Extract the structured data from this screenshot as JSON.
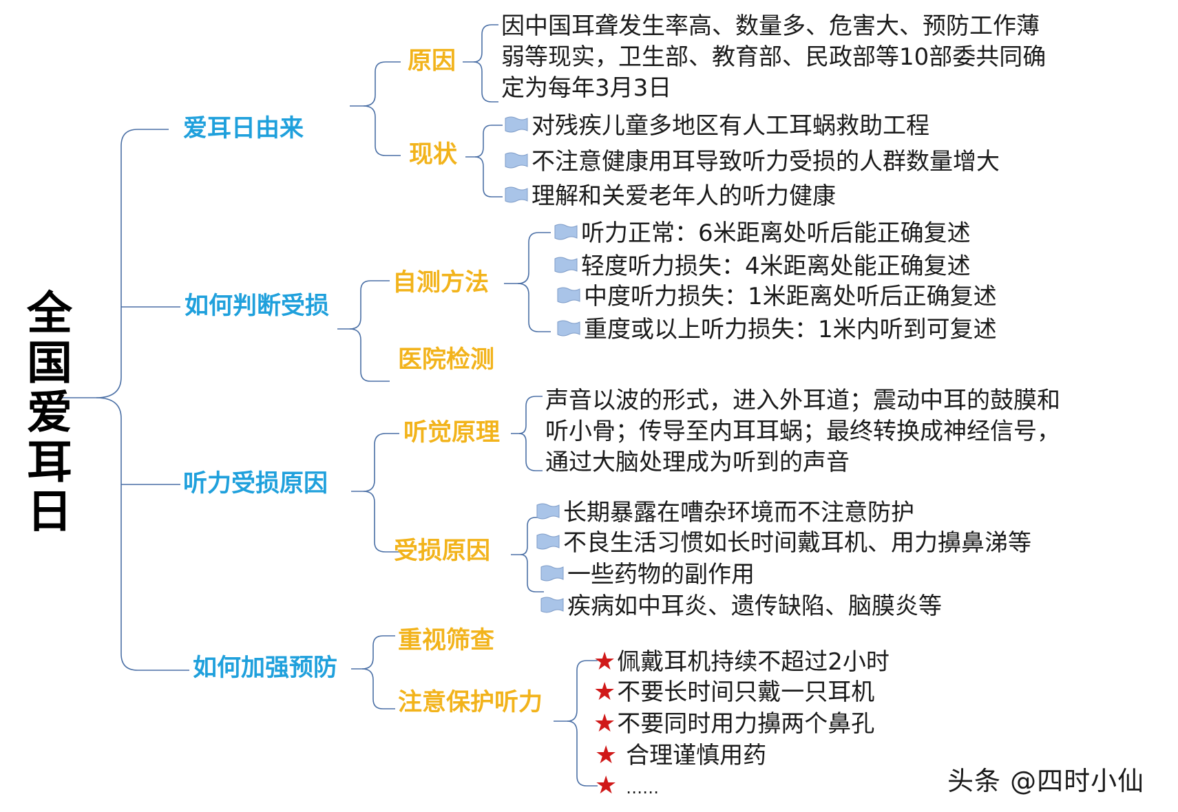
{
  "root": {
    "title": "全国爱耳日"
  },
  "sections": {
    "origin": {
      "label": "爱耳日由来",
      "reason": {
        "label": "原因",
        "text": "因中国耳聋发生率高、数量多、危害大、预防工作薄弱等现实，卫生部、教育部、民政部等10部委共同确定为每年3月3日"
      },
      "status": {
        "label": "现状",
        "items": [
          "对残疾儿童多地区有人工耳蜗救助工程",
          "不注意健康用耳导致听力受损的人群数量增大",
          "理解和关爱老年人的听力健康"
        ]
      }
    },
    "judge": {
      "label": "如何判断受损",
      "selftest": {
        "label": "自测方法",
        "items": [
          "听力正常：6米距离处听后能正确复述",
          "轻度听力损失：4米距离处能正确复述",
          "中度听力损失：1米距离处听后正确复述",
          "重度或以上听力损失：1米内听到可复述"
        ]
      },
      "hospital": {
        "label": "医院检测"
      }
    },
    "causes": {
      "label": "听力受损原因",
      "principle": {
        "label": "听觉原理",
        "text": "声音以波的形式，进入外耳道；震动中耳的鼓膜和听小骨；传导至内耳耳蜗；最终转换成神经信号，通过大脑处理成为听到的声音"
      },
      "damage": {
        "label": "受损原因",
        "items": [
          "长期暴露在嘈杂环境而不注意防护",
          "不良生活习惯如长时间戴耳机、用力擤鼻涕等",
          "一些药物的副作用",
          "疾病如中耳炎、遗传缺陷、脑膜炎等"
        ]
      }
    },
    "prevent": {
      "label": "如何加强预防",
      "screening": {
        "label": "重视筛查"
      },
      "protect": {
        "label": "注意保护听力",
        "items": [
          "佩戴耳机持续不超过2小时",
          "不要长时间只戴一只耳机",
          "不要同时用力擤两个鼻孔",
          "合理谨慎用药",
          "……"
        ]
      }
    }
  },
  "icons": {
    "bullet": "flag-bullet-icon",
    "star": "star-icon"
  },
  "watermark": "头条 @四时小仙",
  "colors": {
    "level1": "#1fa0dc",
    "level2": "#f2b31b",
    "star": "#d01818",
    "line": "#4a6fa5",
    "flag": "#a9c4e8"
  }
}
